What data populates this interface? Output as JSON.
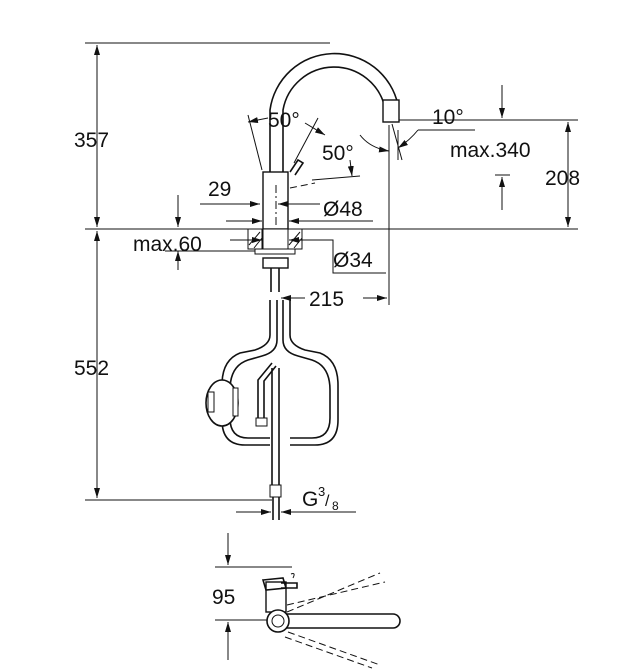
{
  "title": "Faucet dimension drawing",
  "dimensions": {
    "total_height": "357",
    "supply_length": "552",
    "spout_height": "208",
    "max_height_label": "max.340",
    "spray_angle": "10°",
    "lever_angle_left": "50°",
    "lever_angle_right": "50°",
    "lever_offset": "29",
    "body_diameter": "Ø48",
    "deck_thickness": "max.60",
    "hole_diameter": "Ø34",
    "reach": "215",
    "connection_prefix": "G",
    "connection_num": "3",
    "connection_den": "8",
    "top_view_depth": "95"
  }
}
